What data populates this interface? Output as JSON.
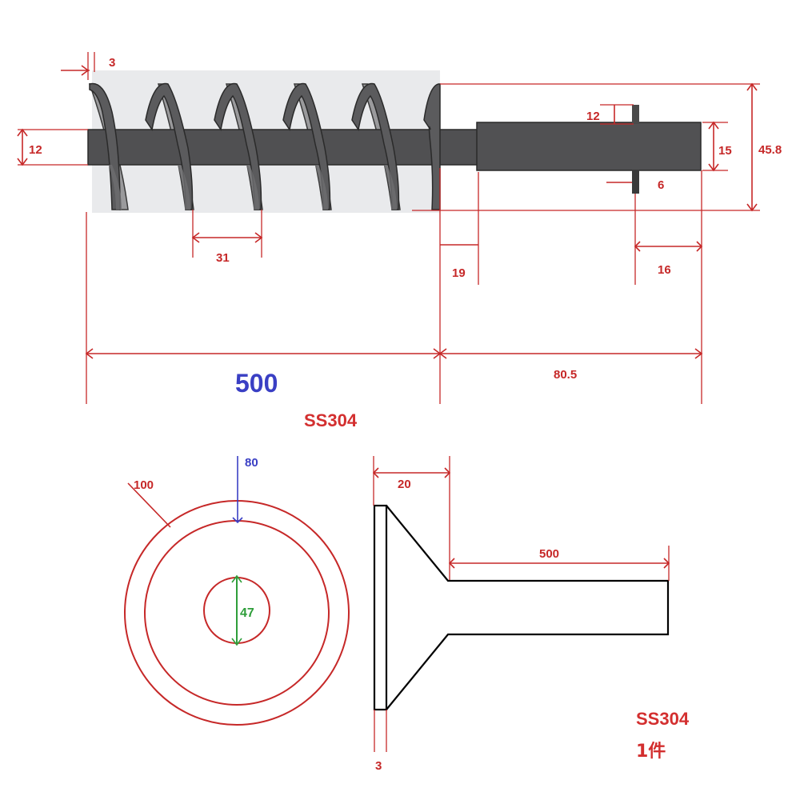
{
  "colors": {
    "dimension": "#c62828",
    "title_blue": "#3a3fc4",
    "inner_dim_green": "#2e9e3a",
    "part_dark": "#4a4a4a",
    "part_black": "#000000"
  },
  "top_view": {
    "dims": {
      "flight_thickness": "3",
      "shaft_dia": "12",
      "pitch": "31",
      "neck_length": "19",
      "pin_length": "12",
      "hub_dia": "15",
      "overall_dia": "45.8",
      "pin_width": "6",
      "pin_to_end": "16",
      "hub_section_length": "80.5"
    },
    "screw_length": "500",
    "material": "SS304"
  },
  "bottom_view": {
    "end_view": {
      "outer_dia": "100",
      "mid_dia": "80",
      "bore_dia": "47"
    },
    "side_view": {
      "cone_length": "20",
      "tube_length": "500",
      "flange_thickness": "3"
    },
    "material": "SS304",
    "quantity": "1件"
  }
}
